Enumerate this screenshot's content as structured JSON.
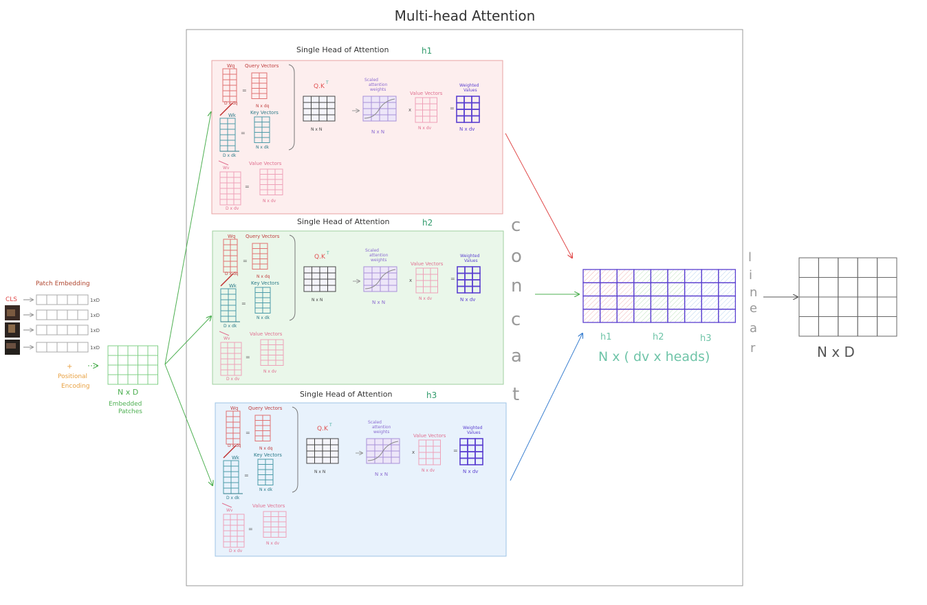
{
  "title": "Multi-head Attention",
  "input": {
    "patch_embedding_label": "Patch Embedding",
    "cls_label": "CLS",
    "row_dims": [
      "1xD",
      "1xD",
      "1xD",
      "1xD"
    ],
    "pos_plus": "+",
    "pos_label_1": "Positional",
    "pos_label_2": "Encoding",
    "embedded_dim": "N x D",
    "embedded_label_1": "Embedded",
    "embedded_label_2": "Patches"
  },
  "heads": [
    {
      "title": "Single Head of Attention",
      "sub": "h1"
    },
    {
      "title": "Single Head of Attention",
      "sub": "h2"
    },
    {
      "title": "Single Head of Attention",
      "sub": "h3"
    }
  ],
  "head_labels": {
    "wq": "Wq",
    "query_vectors": "Query Vectors",
    "wk": "Wk",
    "key_vectors": "Key Vectors",
    "wv": "Wv",
    "value_vectors": "Value Vectors",
    "d_dq": "D x dq",
    "d_dk": "D x dk",
    "d_dv": "D x dv",
    "n_dq": "N x dq",
    "n_dk": "N x dk",
    "n_dv": "N x dv",
    "qk": "Q.K",
    "qk_sup": "T",
    "n_n": "N x N",
    "scaled_1": "Scaled",
    "scaled_2": "attention",
    "scaled_3": "weights",
    "weighted_1": "Weighted",
    "weighted_2": "Values",
    "eq": "=",
    "times": "x"
  },
  "concat": {
    "letters": [
      "c",
      "o",
      "n",
      "c",
      "a",
      "t"
    ],
    "h_labels": [
      "h1",
      "h2",
      "h3"
    ],
    "dim_label": "N x ( dv x heads)"
  },
  "linear": {
    "letters": [
      "l",
      "i",
      "n",
      "e",
      "a",
      "r"
    ],
    "dim_label": "N x D"
  },
  "colors": {
    "head1_bg": "#fdeeee",
    "head1_border": "#e8a3a3",
    "head2_bg": "#eaf7ea",
    "head2_border": "#9fcf9f",
    "head3_bg": "#e8f2fc",
    "head3_border": "#9cc3e6",
    "green": "#4caf50",
    "teal": "#3aa89a",
    "red": "#e04848",
    "blue": "#3a7fd0",
    "purple": "#5a3fd0",
    "pink": "#e88aa8",
    "orange": "#e8a040",
    "gray": "#888888"
  }
}
